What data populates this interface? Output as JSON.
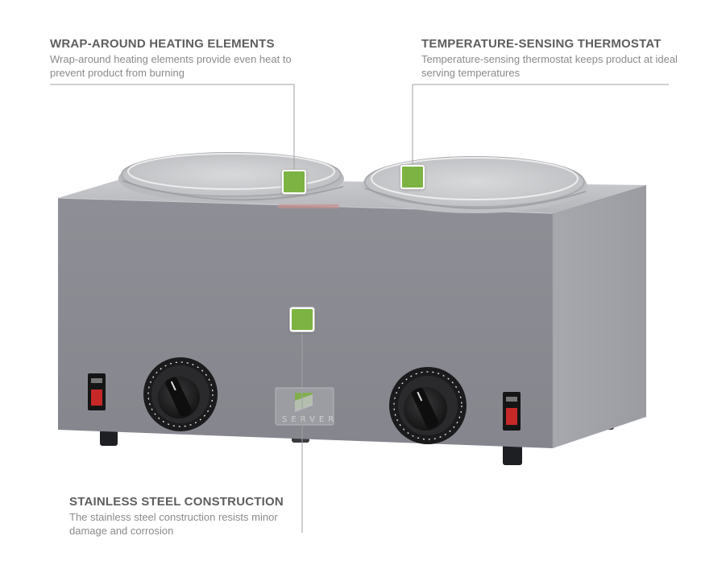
{
  "callouts": [
    {
      "title": "WRAP-AROUND HEATING ELEMENTS",
      "desc": "Wrap-around heating elements provide even heat to prevent product from burning"
    },
    {
      "title": "TEMPERATURE-SENSING THERMOSTAT",
      "desc": "Temperature-sensing thermostat keeps product at ideal serving temperatures"
    },
    {
      "title": "STAINLESS STEEL CONSTRUCTION",
      "desc": "The stainless steel construction resists minor damage and corrosion"
    }
  ],
  "product": {
    "brand_logo_text": "SERVER"
  },
  "colors": {
    "hotspot": "#7cb342",
    "title_text": "#5e5e5e",
    "desc_text": "#8a8a8a",
    "body_front": "#8b8c93",
    "body_side": "#a3a4aa"
  }
}
